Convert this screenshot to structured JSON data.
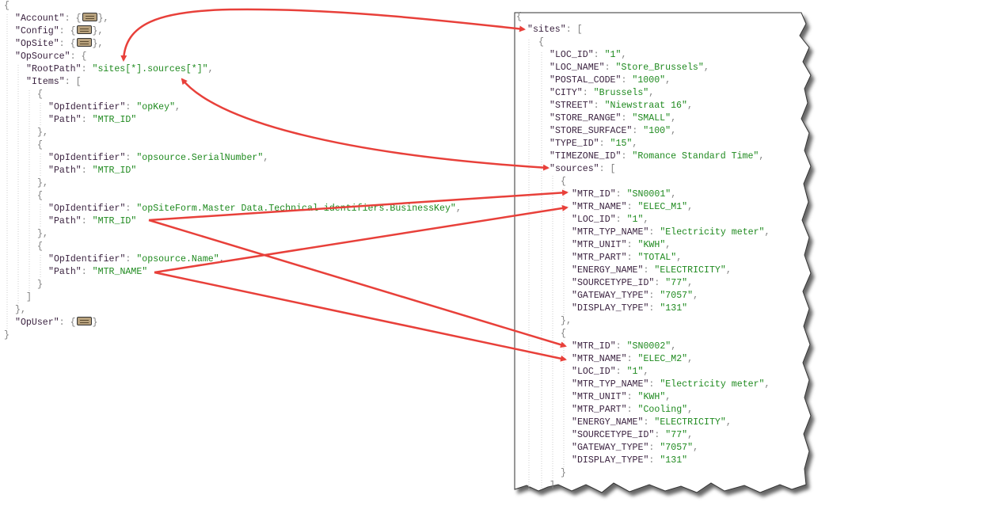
{
  "left_json": {
    "lines": [
      {
        "i": 0,
        "t": [
          [
            "p",
            "{"
          ]
        ]
      },
      {
        "i": 1,
        "t": [
          [
            "k",
            "\"Account\""
          ],
          [
            "p",
            ": {"
          ],
          [
            "fold",
            ""
          ],
          [
            "p",
            "},"
          ]
        ]
      },
      {
        "i": 1,
        "t": [
          [
            "k",
            "\"Config\""
          ],
          [
            "p",
            ": {"
          ],
          [
            "fold",
            ""
          ],
          [
            "p",
            "},"
          ]
        ]
      },
      {
        "i": 1,
        "t": [
          [
            "k",
            "\"OpSite\""
          ],
          [
            "p",
            ": {"
          ],
          [
            "fold",
            ""
          ],
          [
            "p",
            "},"
          ]
        ]
      },
      {
        "i": 1,
        "t": [
          [
            "k",
            "\"OpSource\""
          ],
          [
            "p",
            ": {"
          ]
        ]
      },
      {
        "i": 2,
        "t": [
          [
            "k",
            "\"RootPath\""
          ],
          [
            "p",
            ": "
          ],
          [
            "s",
            "\"sites[*].sources[*]\""
          ],
          [
            "p",
            ","
          ]
        ]
      },
      {
        "i": 2,
        "t": [
          [
            "k",
            "\"Items\""
          ],
          [
            "p",
            ": ["
          ]
        ]
      },
      {
        "i": 3,
        "t": [
          [
            "p",
            "{"
          ]
        ]
      },
      {
        "i": 4,
        "t": [
          [
            "k",
            "\"OpIdentifier\""
          ],
          [
            "p",
            ": "
          ],
          [
            "s",
            "\"opKey\""
          ],
          [
            "p",
            ","
          ]
        ]
      },
      {
        "i": 4,
        "t": [
          [
            "k",
            "\"Path\""
          ],
          [
            "p",
            ": "
          ],
          [
            "s",
            "\"MTR_ID\""
          ]
        ]
      },
      {
        "i": 3,
        "t": [
          [
            "p",
            "},"
          ]
        ]
      },
      {
        "i": 3,
        "t": [
          [
            "p",
            "{"
          ]
        ]
      },
      {
        "i": 4,
        "t": [
          [
            "k",
            "\"OpIdentifier\""
          ],
          [
            "p",
            ": "
          ],
          [
            "s",
            "\"opsource.SerialNumber\""
          ],
          [
            "p",
            ","
          ]
        ]
      },
      {
        "i": 4,
        "t": [
          [
            "k",
            "\"Path\""
          ],
          [
            "p",
            ": "
          ],
          [
            "s",
            "\"MTR_ID\""
          ]
        ]
      },
      {
        "i": 3,
        "t": [
          [
            "p",
            "},"
          ]
        ]
      },
      {
        "i": 3,
        "t": [
          [
            "p",
            "{"
          ]
        ]
      },
      {
        "i": 4,
        "t": [
          [
            "k",
            "\"OpIdentifier\""
          ],
          [
            "p",
            ": "
          ],
          [
            "s",
            "\"opSiteForm.Master Data.Technical identifiers.BusinessKey\""
          ],
          [
            "p",
            ","
          ]
        ]
      },
      {
        "i": 4,
        "t": [
          [
            "k",
            "\"Path\""
          ],
          [
            "p",
            ": "
          ],
          [
            "s",
            "\"MTR_ID\""
          ]
        ]
      },
      {
        "i": 3,
        "t": [
          [
            "p",
            "},"
          ]
        ]
      },
      {
        "i": 3,
        "t": [
          [
            "p",
            "{"
          ]
        ]
      },
      {
        "i": 4,
        "t": [
          [
            "k",
            "\"OpIdentifier\""
          ],
          [
            "p",
            ": "
          ],
          [
            "s",
            "\"opsource.Name\""
          ],
          [
            "p",
            ","
          ]
        ]
      },
      {
        "i": 4,
        "t": [
          [
            "k",
            "\"Path\""
          ],
          [
            "p",
            ": "
          ],
          [
            "s",
            "\"MTR_NAME\""
          ]
        ]
      },
      {
        "i": 3,
        "t": [
          [
            "p",
            "}"
          ]
        ]
      },
      {
        "i": 2,
        "t": [
          [
            "p",
            "]"
          ]
        ]
      },
      {
        "i": 1,
        "t": [
          [
            "p",
            "},"
          ]
        ]
      },
      {
        "i": 1,
        "t": [
          [
            "k",
            "\"OpUser\""
          ],
          [
            "p",
            ": {"
          ],
          [
            "fold",
            ""
          ],
          [
            "p",
            "}"
          ]
        ]
      },
      {
        "i": 0,
        "t": [
          [
            "p",
            "}"
          ]
        ]
      }
    ]
  },
  "right_json": {
    "lines": [
      {
        "i": 0,
        "t": [
          [
            "p",
            "{"
          ]
        ]
      },
      {
        "i": 1,
        "t": [
          [
            "k",
            "\"sites\""
          ],
          [
            "p",
            ": ["
          ]
        ]
      },
      {
        "i": 2,
        "t": [
          [
            "p",
            "{"
          ]
        ]
      },
      {
        "i": 3,
        "t": [
          [
            "k",
            "\"LOC_ID\""
          ],
          [
            "p",
            ": "
          ],
          [
            "s",
            "\"1\""
          ],
          [
            "p",
            ","
          ]
        ]
      },
      {
        "i": 3,
        "t": [
          [
            "k",
            "\"LOC_NAME\""
          ],
          [
            "p",
            ": "
          ],
          [
            "s",
            "\"Store_Brussels\""
          ],
          [
            "p",
            ","
          ]
        ]
      },
      {
        "i": 3,
        "t": [
          [
            "k",
            "\"POSTAL_CODE\""
          ],
          [
            "p",
            ": "
          ],
          [
            "s",
            "\"1000\""
          ],
          [
            "p",
            ","
          ]
        ]
      },
      {
        "i": 3,
        "t": [
          [
            "k",
            "\"CITY\""
          ],
          [
            "p",
            ": "
          ],
          [
            "s",
            "\"Brussels\""
          ],
          [
            "p",
            ","
          ]
        ]
      },
      {
        "i": 3,
        "t": [
          [
            "k",
            "\"STREET\""
          ],
          [
            "p",
            ": "
          ],
          [
            "s",
            "\"Niewstraat 16\""
          ],
          [
            "p",
            ","
          ]
        ]
      },
      {
        "i": 3,
        "t": [
          [
            "k",
            "\"STORE_RANGE\""
          ],
          [
            "p",
            ": "
          ],
          [
            "s",
            "\"SMALL\""
          ],
          [
            "p",
            ","
          ]
        ]
      },
      {
        "i": 3,
        "t": [
          [
            "k",
            "\"STORE_SURFACE\""
          ],
          [
            "p",
            ": "
          ],
          [
            "s",
            "\"100\""
          ],
          [
            "p",
            ","
          ]
        ]
      },
      {
        "i": 3,
        "t": [
          [
            "k",
            "\"TYPE_ID\""
          ],
          [
            "p",
            ": "
          ],
          [
            "s",
            "\"15\""
          ],
          [
            "p",
            ","
          ]
        ]
      },
      {
        "i": 3,
        "t": [
          [
            "k",
            "\"TIMEZONE_ID\""
          ],
          [
            "p",
            ": "
          ],
          [
            "s",
            "\"Romance Standard Time\""
          ],
          [
            "p",
            ","
          ]
        ]
      },
      {
        "i": 3,
        "t": [
          [
            "k",
            "\"sources\""
          ],
          [
            "p",
            ": ["
          ]
        ]
      },
      {
        "i": 4,
        "t": [
          [
            "p",
            "{"
          ]
        ]
      },
      {
        "i": 5,
        "t": [
          [
            "k",
            "\"MTR_ID\""
          ],
          [
            "p",
            ": "
          ],
          [
            "s",
            "\"SN0001\""
          ],
          [
            "p",
            ","
          ]
        ]
      },
      {
        "i": 5,
        "t": [
          [
            "k",
            "\"MTR_NAME\""
          ],
          [
            "p",
            ": "
          ],
          [
            "s",
            "\"ELEC_M1\""
          ],
          [
            "p",
            ","
          ]
        ]
      },
      {
        "i": 5,
        "t": [
          [
            "k",
            "\"LOC_ID\""
          ],
          [
            "p",
            ": "
          ],
          [
            "s",
            "\"1\""
          ],
          [
            "p",
            ","
          ]
        ]
      },
      {
        "i": 5,
        "t": [
          [
            "k",
            "\"MTR_TYP_NAME\""
          ],
          [
            "p",
            ": "
          ],
          [
            "s",
            "\"Electricity meter\""
          ],
          [
            "p",
            ","
          ]
        ]
      },
      {
        "i": 5,
        "t": [
          [
            "k",
            "\"MTR_UNIT\""
          ],
          [
            "p",
            ": "
          ],
          [
            "s",
            "\"KWH\""
          ],
          [
            "p",
            ","
          ]
        ]
      },
      {
        "i": 5,
        "t": [
          [
            "k",
            "\"MTR_PART\""
          ],
          [
            "p",
            ": "
          ],
          [
            "s",
            "\"TOTAL\""
          ],
          [
            "p",
            ","
          ]
        ]
      },
      {
        "i": 5,
        "t": [
          [
            "k",
            "\"ENERGY_NAME\""
          ],
          [
            "p",
            ": "
          ],
          [
            "s",
            "\"ELECTRICITY\""
          ],
          [
            "p",
            ","
          ]
        ]
      },
      {
        "i": 5,
        "t": [
          [
            "k",
            "\"SOURCETYPE_ID\""
          ],
          [
            "p",
            ": "
          ],
          [
            "s",
            "\"77\""
          ],
          [
            "p",
            ","
          ]
        ]
      },
      {
        "i": 5,
        "t": [
          [
            "k",
            "\"GATEWAY_TYPE\""
          ],
          [
            "p",
            ": "
          ],
          [
            "s",
            "\"7057\""
          ],
          [
            "p",
            ","
          ]
        ]
      },
      {
        "i": 5,
        "t": [
          [
            "k",
            "\"DISPLAY_TYPE\""
          ],
          [
            "p",
            ": "
          ],
          [
            "s",
            "\"131\""
          ]
        ]
      },
      {
        "i": 4,
        "t": [
          [
            "p",
            "},"
          ]
        ]
      },
      {
        "i": 4,
        "t": [
          [
            "p",
            "{"
          ]
        ]
      },
      {
        "i": 5,
        "t": [
          [
            "k",
            "\"MTR_ID\""
          ],
          [
            "p",
            ": "
          ],
          [
            "s",
            "\"SN0002\""
          ],
          [
            "p",
            ","
          ]
        ]
      },
      {
        "i": 5,
        "t": [
          [
            "k",
            "\"MTR_NAME\""
          ],
          [
            "p",
            ": "
          ],
          [
            "s",
            "\"ELEC_M2\""
          ],
          [
            "p",
            ","
          ]
        ]
      },
      {
        "i": 5,
        "t": [
          [
            "k",
            "\"LOC_ID\""
          ],
          [
            "p",
            ": "
          ],
          [
            "s",
            "\"1\""
          ],
          [
            "p",
            ","
          ]
        ]
      },
      {
        "i": 5,
        "t": [
          [
            "k",
            "\"MTR_TYP_NAME\""
          ],
          [
            "p",
            ": "
          ],
          [
            "s",
            "\"Electricity meter\""
          ],
          [
            "p",
            ","
          ]
        ]
      },
      {
        "i": 5,
        "t": [
          [
            "k",
            "\"MTR_UNIT\""
          ],
          [
            "p",
            ": "
          ],
          [
            "s",
            "\"KWH\""
          ],
          [
            "p",
            ","
          ]
        ]
      },
      {
        "i": 5,
        "t": [
          [
            "k",
            "\"MTR_PART\""
          ],
          [
            "p",
            ": "
          ],
          [
            "s",
            "\"Cooling\""
          ],
          [
            "p",
            ","
          ]
        ]
      },
      {
        "i": 5,
        "t": [
          [
            "k",
            "\"ENERGY_NAME\""
          ],
          [
            "p",
            ": "
          ],
          [
            "s",
            "\"ELECTRICITY\""
          ],
          [
            "p",
            ","
          ]
        ]
      },
      {
        "i": 5,
        "t": [
          [
            "k",
            "\"SOURCETYPE_ID\""
          ],
          [
            "p",
            ": "
          ],
          [
            "s",
            "\"77\""
          ],
          [
            "p",
            ","
          ]
        ]
      },
      {
        "i": 5,
        "t": [
          [
            "k",
            "\"GATEWAY_TYPE\""
          ],
          [
            "p",
            ": "
          ],
          [
            "s",
            "\"7057\""
          ],
          [
            "p",
            ","
          ]
        ]
      },
      {
        "i": 5,
        "t": [
          [
            "k",
            "\"DISPLAY_TYPE\""
          ],
          [
            "p",
            ": "
          ],
          [
            "s",
            "\"131\""
          ]
        ]
      },
      {
        "i": 4,
        "t": [
          [
            "p",
            "}"
          ]
        ]
      },
      {
        "i": 3,
        "t": [
          [
            "p",
            "]"
          ]
        ]
      }
    ]
  },
  "colors": {
    "arrow": "#e8403a",
    "key": "#3b2340",
    "string": "#1f8a1f",
    "punct": "#808080"
  }
}
